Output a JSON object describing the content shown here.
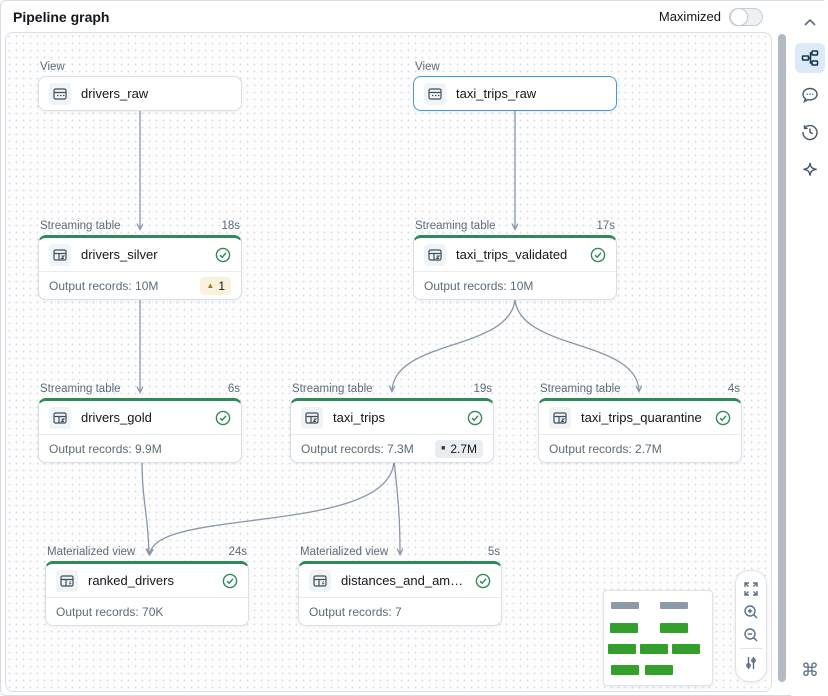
{
  "header": {
    "title": "Pipeline graph",
    "maximized_label": "Maximized",
    "maximized_on": false
  },
  "canvas": {
    "nodes": [
      {
        "id": "drivers_raw",
        "kind": "view",
        "type_label": "View",
        "name": "drivers_raw"
      },
      {
        "id": "taxi_trips_raw",
        "kind": "view",
        "type_label": "View",
        "name": "taxi_trips_raw",
        "selected": true
      },
      {
        "id": "drivers_silver",
        "kind": "streaming-table",
        "type_label": "Streaming table",
        "duration": "18s",
        "name": "drivers_silver",
        "status": "success",
        "output": "Output records: 10M",
        "warning_count": "1"
      },
      {
        "id": "taxi_trips_validated",
        "kind": "streaming-table",
        "type_label": "Streaming table",
        "duration": "17s",
        "name": "taxi_trips_validated",
        "status": "success",
        "output": "Output records: 10M"
      },
      {
        "id": "drivers_gold",
        "kind": "streaming-table",
        "type_label": "Streaming table",
        "duration": "6s",
        "name": "drivers_gold",
        "status": "success",
        "output": "Output records: 9.9M"
      },
      {
        "id": "taxi_trips",
        "kind": "streaming-table",
        "type_label": "Streaming table",
        "duration": "19s",
        "name": "taxi_trips",
        "status": "success",
        "output": "Output records: 7.3M",
        "metric_badge": "2.7M"
      },
      {
        "id": "taxi_trips_quarantine",
        "kind": "streaming-table",
        "type_label": "Streaming table",
        "duration": "4s",
        "name": "taxi_trips_quarantine",
        "status": "success",
        "output": "Output records: 2.7M"
      },
      {
        "id": "ranked_drivers",
        "kind": "materialized-view",
        "type_label": "Materialized view",
        "duration": "24s",
        "name": "ranked_drivers",
        "status": "success",
        "output": "Output records: 70K"
      },
      {
        "id": "distances_and_amounts",
        "kind": "materialized-view",
        "type_label": "Materialized view",
        "duration": "5s",
        "name": "distances_and_amounts_b...",
        "status": "success",
        "output": "Output records: 7"
      }
    ],
    "edges": [
      [
        "drivers_raw",
        "drivers_silver"
      ],
      [
        "taxi_trips_raw",
        "taxi_trips_validated"
      ],
      [
        "drivers_silver",
        "drivers_gold"
      ],
      [
        "taxi_trips_validated",
        "taxi_trips"
      ],
      [
        "taxi_trips_validated",
        "taxi_trips_quarantine"
      ],
      [
        "drivers_gold",
        "ranked_drivers"
      ],
      [
        "taxi_trips",
        "ranked_drivers"
      ],
      [
        "taxi_trips",
        "distances_and_amounts"
      ]
    ],
    "colors": {
      "success_green": "#2E8B57",
      "selected_blue": "#4299E0",
      "edge": "#8997A8",
      "warning_badge_bg": "#FAF1DC",
      "warning_icon": "#A1742E",
      "metric_badge_bg": "#E9EDF0",
      "label_text": "#5B6B79",
      "minimap_done_green": "#34A02C",
      "minimap_view_gray": "#8C99A6"
    },
    "minimap": {
      "rows": [
        {
          "color": "gray",
          "count": 2
        },
        {
          "color": "green",
          "count": 2
        },
        {
          "color": "green",
          "count": 3
        },
        {
          "color": "green",
          "count": 2
        }
      ]
    },
    "zoom_controls": [
      "fit-to-screen",
      "zoom-in",
      "zoom-out",
      "display-settings"
    ]
  },
  "sidebar": {
    "icons": [
      "collapse-chevron-up",
      "pipeline-graph",
      "comments",
      "event-history",
      "assistant-sparkle",
      "keyboard-shortcuts"
    ],
    "active_icon": "pipeline-graph"
  }
}
